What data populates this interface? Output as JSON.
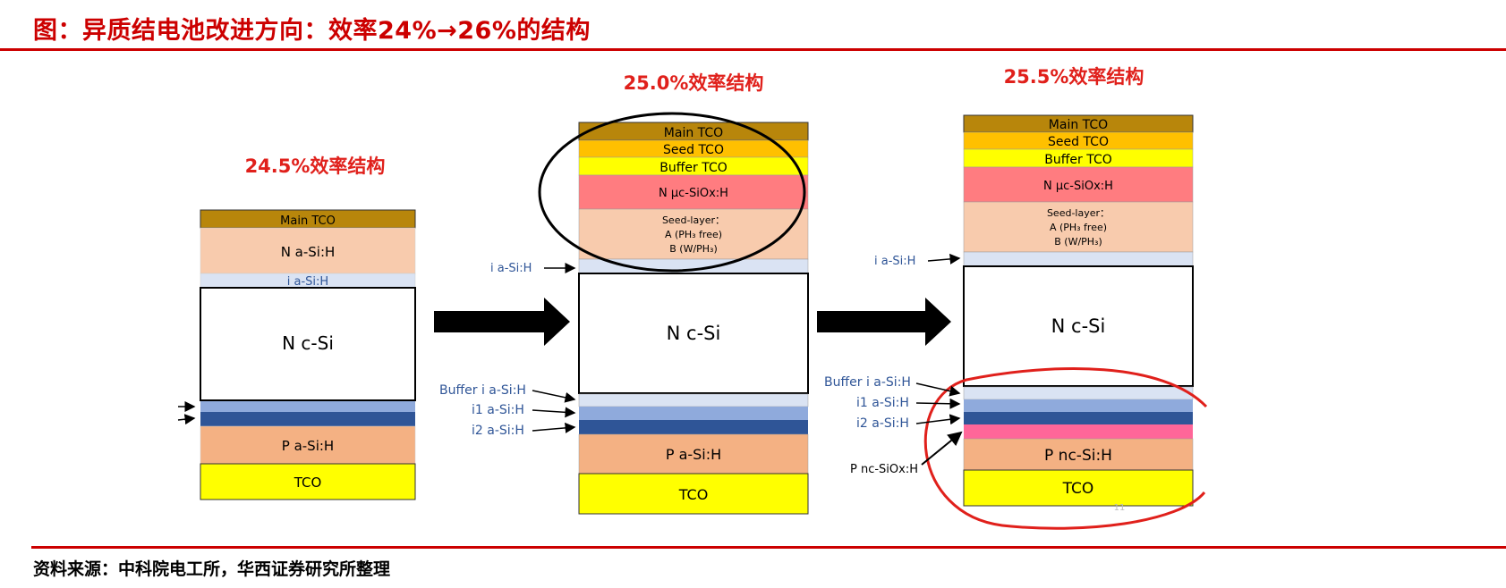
{
  "title": "图：异质结电池改进方向：效率24%→26%的结构",
  "source": "资料来源：中科院电工所，华西证券研究所整理",
  "colors": {
    "brand_red": "#cc0000",
    "main_tco": "#b8860b",
    "seed_tco": "#ffc000",
    "buffer_tco": "#ffff00",
    "n_layer": "#f8cbad",
    "n_uc": "#ff7c80",
    "i_layer": "#dae3f3",
    "i1_layer": "#8faadc",
    "i2_layer": "#2f5597",
    "p_layer": "#f4b183",
    "p_nc_siox": "#ff6699",
    "tco": "#ffff00"
  },
  "structures": [
    {
      "heading": "24.5%效率结构",
      "layers": {
        "main_tco": "Main TCO",
        "n_asi": "N a-Si:H",
        "i_asi": "i a-Si:H",
        "n_csi": "N c-Si",
        "p_asi": "P a-Si:H",
        "tco": "TCO"
      }
    },
    {
      "heading": "25.0%效率结构",
      "layers": {
        "main_tco": "Main TCO",
        "seed_tco": "Seed TCO",
        "buffer_tco": "Buffer TCO",
        "n_uc_siox": "N μc-SiOx:H",
        "seed_layer_1": "Seed-layer：",
        "seed_layer_2": "A (PH₃ free)",
        "seed_layer_3": "B (W/PH₃)",
        "n_csi": "N c-Si",
        "p_asi": "P a-Si:H",
        "tco": "TCO"
      },
      "callouts": {
        "i_asi": "i a-Si:H",
        "buffer_i_asi": "Buffer i a-Si:H",
        "i1_asi": "i1 a-Si:H",
        "i2_asi": "i2 a-Si:H"
      }
    },
    {
      "heading": "25.5%效率结构",
      "layers": {
        "main_tco": "Main TCO",
        "seed_tco": "Seed TCO",
        "buffer_tco": "Buffer TCO",
        "n_uc_siox": "N μc-SiOx:H",
        "seed_layer_1": "Seed-layer：",
        "seed_layer_2": "A (PH₃ free)",
        "seed_layer_3": "B (W/PH₃)",
        "n_csi": "N c-Si",
        "p_ncsi": "P nc-Si:H",
        "tco": "TCO"
      },
      "callouts": {
        "i_asi": "i a-Si:H",
        "buffer_i_asi": "Buffer i a-Si:H",
        "i1_asi": "i1 a-Si:H",
        "i2_asi": "i2 a-Si:H",
        "p_nc_siox": "P nc-SiOx:H"
      },
      "page_number": "11"
    }
  ]
}
